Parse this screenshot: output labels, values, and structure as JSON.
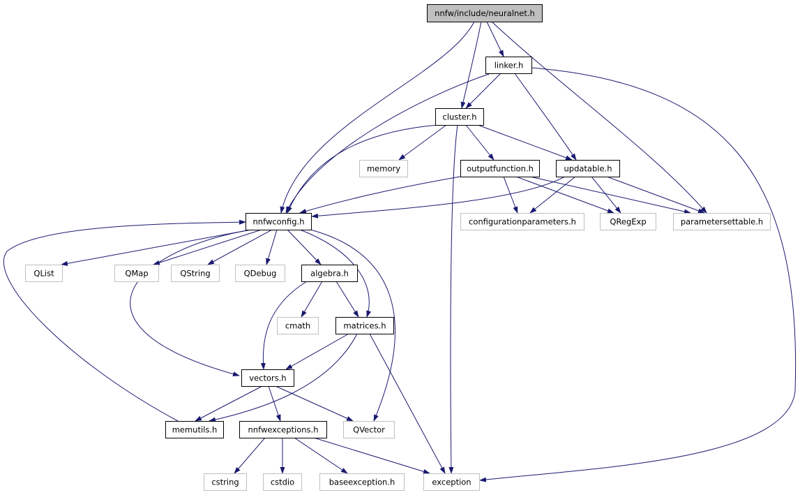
{
  "colors": {
    "edge": "#191970",
    "root_fill": "#bfbfbf",
    "local_stroke": "#000000",
    "external_stroke": "#bfbfbf"
  },
  "nodes": {
    "neuralnet": {
      "label": "nnfw/include/neuralnet.h",
      "kind": "root"
    },
    "linker": {
      "label": "linker.h",
      "kind": "local"
    },
    "cluster": {
      "label": "cluster.h",
      "kind": "local"
    },
    "memory": {
      "label": "memory",
      "kind": "external"
    },
    "outputfunction": {
      "label": "outputfunction.h",
      "kind": "local"
    },
    "updatable": {
      "label": "updatable.h",
      "kind": "local"
    },
    "nnfwconfig": {
      "label": "nnfwconfig.h",
      "kind": "local"
    },
    "configurationparameters": {
      "label": "configurationparameters.h",
      "kind": "external"
    },
    "qregexp": {
      "label": "QRegExp",
      "kind": "external"
    },
    "parametersettable": {
      "label": "parametersettable.h",
      "kind": "external"
    },
    "qlist": {
      "label": "QList",
      "kind": "external"
    },
    "qmap": {
      "label": "QMap",
      "kind": "external"
    },
    "qstring": {
      "label": "QString",
      "kind": "external"
    },
    "qdebug": {
      "label": "QDebug",
      "kind": "external"
    },
    "algebra": {
      "label": "algebra.h",
      "kind": "local"
    },
    "cmath": {
      "label": "cmath",
      "kind": "external"
    },
    "matrices": {
      "label": "matrices.h",
      "kind": "local"
    },
    "vectors": {
      "label": "vectors.h",
      "kind": "local"
    },
    "memutils": {
      "label": "memutils.h",
      "kind": "local"
    },
    "nnfwexceptions": {
      "label": "nnfwexceptions.h",
      "kind": "local"
    },
    "qvector": {
      "label": "QVector",
      "kind": "external"
    },
    "cstring": {
      "label": "cstring",
      "kind": "external"
    },
    "cstdio": {
      "label": "cstdio",
      "kind": "external"
    },
    "baseexception": {
      "label": "baseexception.h",
      "kind": "external"
    },
    "exception": {
      "label": "exception",
      "kind": "external"
    }
  },
  "edges": [
    [
      "neuralnet",
      "nnfwconfig"
    ],
    [
      "neuralnet",
      "cluster"
    ],
    [
      "neuralnet",
      "linker"
    ],
    [
      "neuralnet",
      "parametersettable"
    ],
    [
      "linker",
      "nnfwconfig"
    ],
    [
      "linker",
      "cluster"
    ],
    [
      "linker",
      "updatable"
    ],
    [
      "linker",
      "exception"
    ],
    [
      "cluster",
      "nnfwconfig"
    ],
    [
      "cluster",
      "memory"
    ],
    [
      "cluster",
      "outputfunction"
    ],
    [
      "cluster",
      "updatable"
    ],
    [
      "cluster",
      "exception"
    ],
    [
      "outputfunction",
      "nnfwconfig"
    ],
    [
      "outputfunction",
      "configurationparameters"
    ],
    [
      "outputfunction",
      "qregexp"
    ],
    [
      "outputfunction",
      "parametersettable"
    ],
    [
      "updatable",
      "nnfwconfig"
    ],
    [
      "updatable",
      "configurationparameters"
    ],
    [
      "updatable",
      "qregexp"
    ],
    [
      "updatable",
      "parametersettable"
    ],
    [
      "nnfwconfig",
      "qlist"
    ],
    [
      "nnfwconfig",
      "qmap"
    ],
    [
      "nnfwconfig",
      "qstring"
    ],
    [
      "nnfwconfig",
      "qdebug"
    ],
    [
      "nnfwconfig",
      "algebra"
    ],
    [
      "nnfwconfig",
      "matrices"
    ],
    [
      "nnfwconfig",
      "vectors"
    ],
    [
      "nnfwconfig",
      "qvector"
    ],
    [
      "algebra",
      "cmath"
    ],
    [
      "algebra",
      "matrices"
    ],
    [
      "algebra",
      "vectors"
    ],
    [
      "matrices",
      "vectors"
    ],
    [
      "matrices",
      "memutils"
    ],
    [
      "matrices",
      "exception"
    ],
    [
      "vectors",
      "memutils"
    ],
    [
      "vectors",
      "nnfwexceptions"
    ],
    [
      "vectors",
      "qvector"
    ],
    [
      "memutils",
      "nnfwconfig"
    ],
    [
      "nnfwexceptions",
      "cstring"
    ],
    [
      "nnfwexceptions",
      "cstdio"
    ],
    [
      "nnfwexceptions",
      "baseexception"
    ],
    [
      "nnfwexceptions",
      "exception"
    ]
  ]
}
